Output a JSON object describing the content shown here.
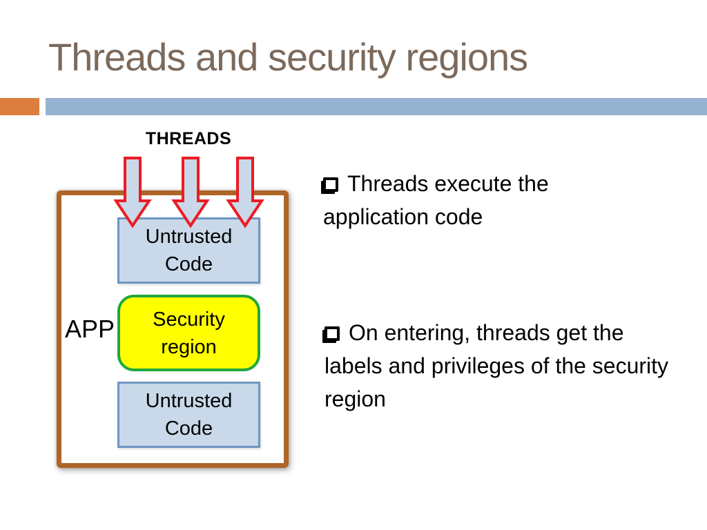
{
  "slide": {
    "title": "Threads and security regions",
    "title_color": "#7b695b",
    "divider": {
      "orange_block_color": "#dc7e3e",
      "blue_bar_color": "#95b2d0"
    }
  },
  "diagram": {
    "threads_label": "THREADS",
    "app_label": "APP",
    "arrows": {
      "count": 3,
      "direction": "down",
      "fill_color": "#c9d9e9",
      "outline_color": "#ec1b23"
    },
    "app_container": {
      "border_color": "#ae6526",
      "fill_color": "#ffffff"
    },
    "boxes": [
      {
        "line1": "Untrusted",
        "line2": "Code",
        "fill_color": "#c9d9e9",
        "border_color": "#6c96c0"
      },
      {
        "line1": "Security",
        "line2": "region",
        "fill_color": "#ffff00",
        "border_color": "#21a73e"
      },
      {
        "line1": "Untrusted",
        "line2": "Code",
        "fill_color": "#c9d9e9",
        "border_color": "#6c96c0"
      }
    ]
  },
  "bullets": [
    {
      "text": "Threads execute the application code"
    },
    {
      "text": "On entering, threads get the labels and privileges of the security region"
    }
  ]
}
